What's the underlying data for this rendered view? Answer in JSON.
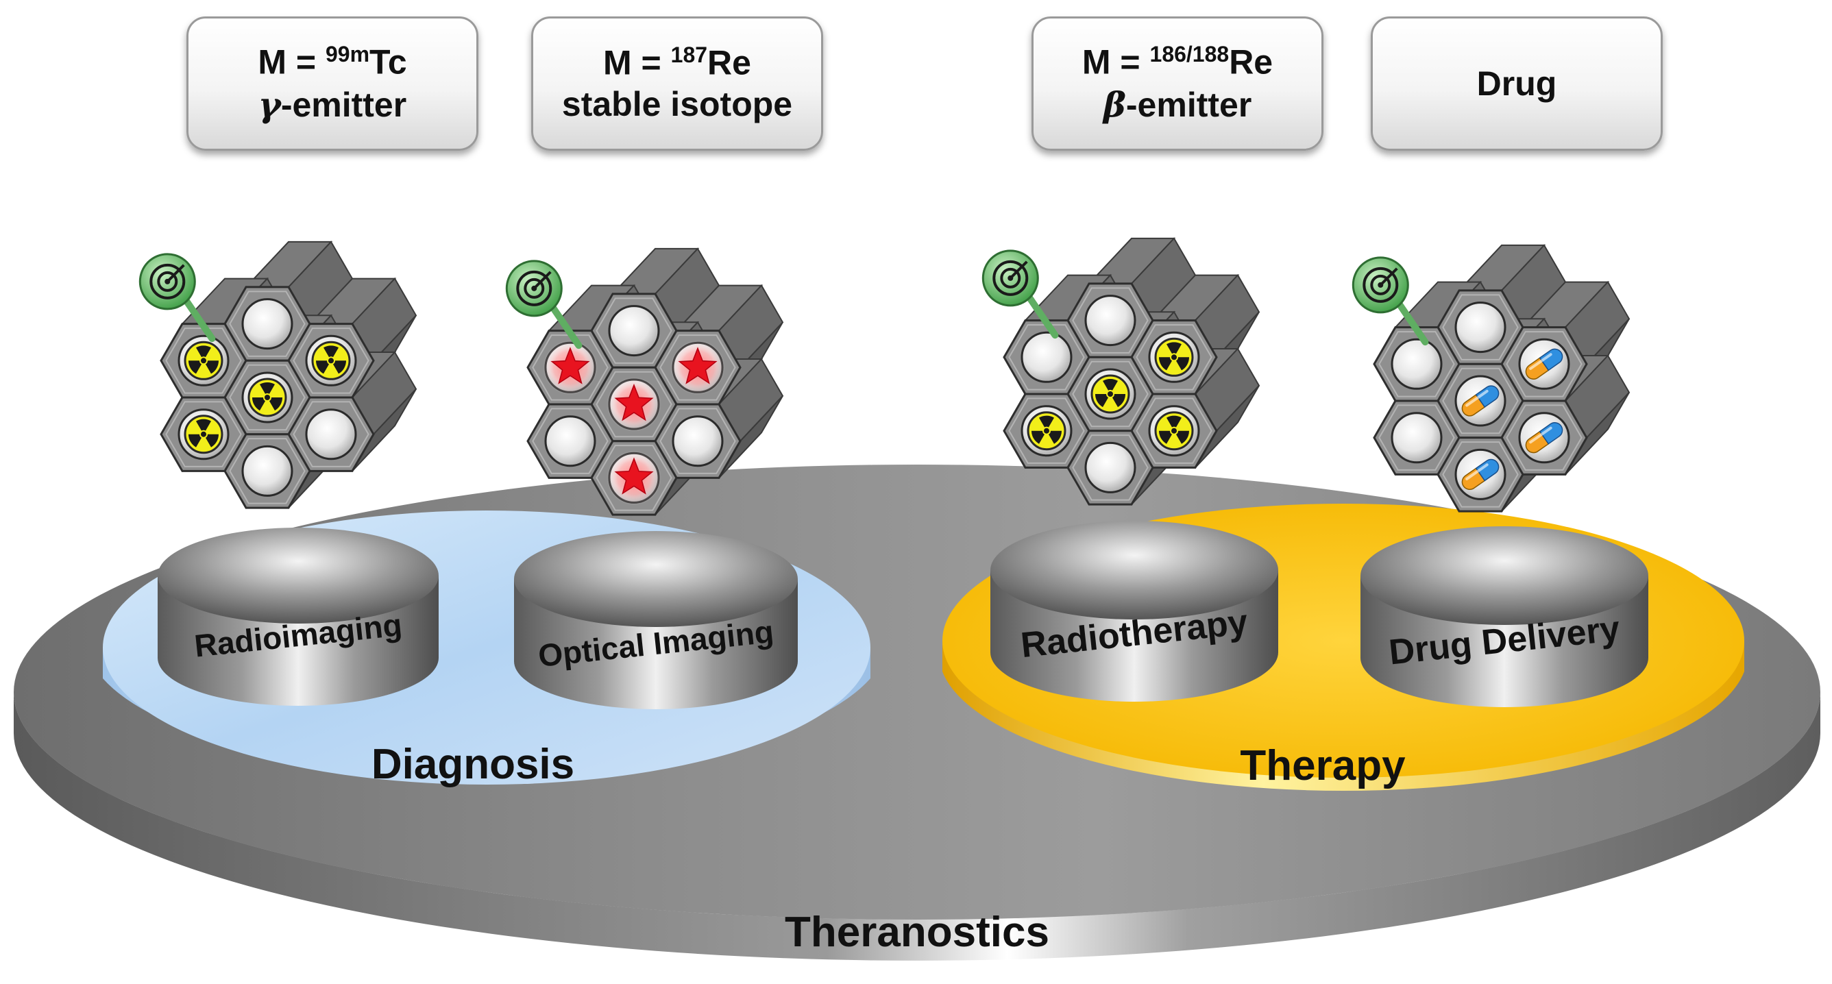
{
  "info_boxes": [
    {
      "metal_prefix": "M = ",
      "isotope_mass": "99m",
      "element": "Tc",
      "emitter_symbol": "γ",
      "property": "-emitter"
    },
    {
      "metal_prefix": "M = ",
      "isotope_mass": "187",
      "element": "Re",
      "property": "stable isotope"
    },
    {
      "metal_prefix": "M = ",
      "isotope_mass": "186/188",
      "element": "Re",
      "emitter_symbol": "β",
      "property": "-emitter"
    },
    {
      "label": "Drug"
    }
  ],
  "applications": [
    "Radioimaging",
    "Optical Imaging",
    "Radiotherapy",
    "Drug Delivery"
  ],
  "zones": {
    "diagnosis": "Diagnosis",
    "therapy": "Therapy"
  },
  "platform_label": "Theranostics",
  "colors": {
    "platform": "#8c8c8c",
    "diagnosis_zone": "#bcd9f5",
    "therapy_zone": "#ffc61a",
    "hexagon": "#8f8f8f",
    "target_ligand": "#6fc46f",
    "radiation_symbol": "#f2ee1a",
    "fluorescent_star": "#e8131f",
    "capsule_blue": "#2f8fe0",
    "capsule_orange": "#f5a020"
  },
  "pore_contents": [
    [
      "empty",
      "radiation-icon",
      "radiation-icon",
      "radiation-icon",
      "radiation-icon",
      "empty",
      "empty"
    ],
    [
      "empty",
      "star-icon",
      "star-icon",
      "star-icon",
      "empty",
      "empty",
      "star-icon"
    ],
    [
      "empty",
      "empty",
      "radiation-icon",
      "radiation-icon",
      "radiation-icon",
      "radiation-icon",
      "empty"
    ],
    [
      "empty",
      "empty",
      "capsule-icon",
      "capsule-icon",
      "empty",
      "capsule-icon",
      "capsule-icon"
    ]
  ]
}
